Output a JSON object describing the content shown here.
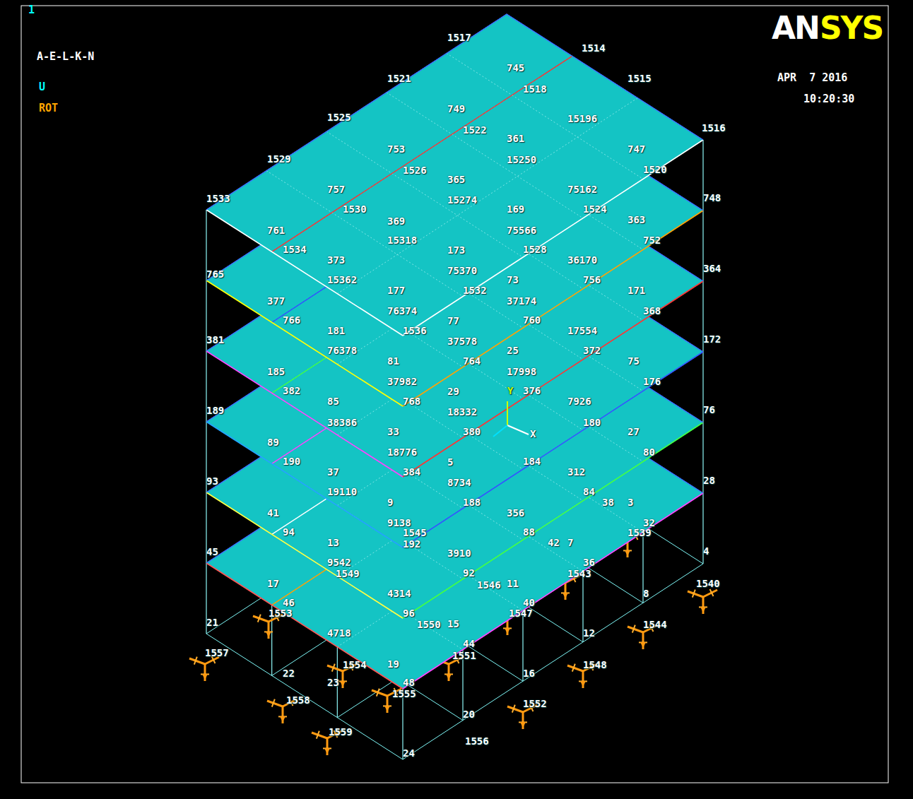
{
  "diagram": {
    "labels": [
      "1",
      "A-E-L-K-N",
      "U",
      "ROT",
      "AN",
      "SYS",
      "APR  7 2016",
      "10:20:30",
      "1517",
      "1514",
      "1521",
      "745",
      "1518",
      "1515",
      "749",
      "1522",
      "15196",
      "1516",
      "1525",
      "753",
      "361",
      "1526",
      "15250",
      "747",
      "1520",
      "1529",
      "757",
      "365",
      "1530",
      "15274",
      "169",
      "75162",
      "1524",
      "748",
      "1533",
      "363",
      "369",
      "761",
      "15318",
      "75566",
      "752",
      "1534",
      "173",
      "1528",
      "373",
      "36170",
      "765",
      "364",
      "15362",
      "75370",
      "756",
      "73",
      "177",
      "1532",
      "171",
      "377",
      "76374",
      "37174",
      "368",
      "766",
      "1536",
      "77",
      "760",
      "381",
      "172",
      "181",
      "76378",
      "37578",
      "17554",
      "372",
      "25",
      "764",
      "75",
      "81",
      "185",
      "37982",
      "17998",
      "176",
      "382",
      "29",
      "768",
      "Y",
      "376",
      "189",
      "85",
      "76",
      "7926",
      "18332",
      "38386",
      "180",
      "27",
      "X",
      "380",
      "33",
      "89",
      "80",
      "18776",
      "190",
      "5",
      "37",
      "384",
      "184",
      "312",
      "93",
      "28",
      "8734",
      "84",
      "19110",
      "188",
      "38",
      "3",
      "9",
      "41",
      "32",
      "9138",
      "1545",
      "356",
      "1539",
      "192",
      "94",
      "88",
      "42",
      "7",
      "13",
      "3910",
      "45",
      "4",
      "9542",
      "1549",
      "36",
      "92",
      "1543",
      "17",
      "1546",
      "11",
      "1540",
      "4314",
      "8",
      "46",
      "1553",
      "96",
      "1550",
      "40",
      "15",
      "1547",
      "21",
      "12",
      "1544",
      "4718",
      "1557",
      "44",
      "1551",
      "19",
      "1554",
      "22",
      "1548",
      "16",
      "48",
      "1555",
      "23",
      "1558",
      "20",
      "1552",
      "1559",
      "24",
      "1556"
    ]
  }
}
